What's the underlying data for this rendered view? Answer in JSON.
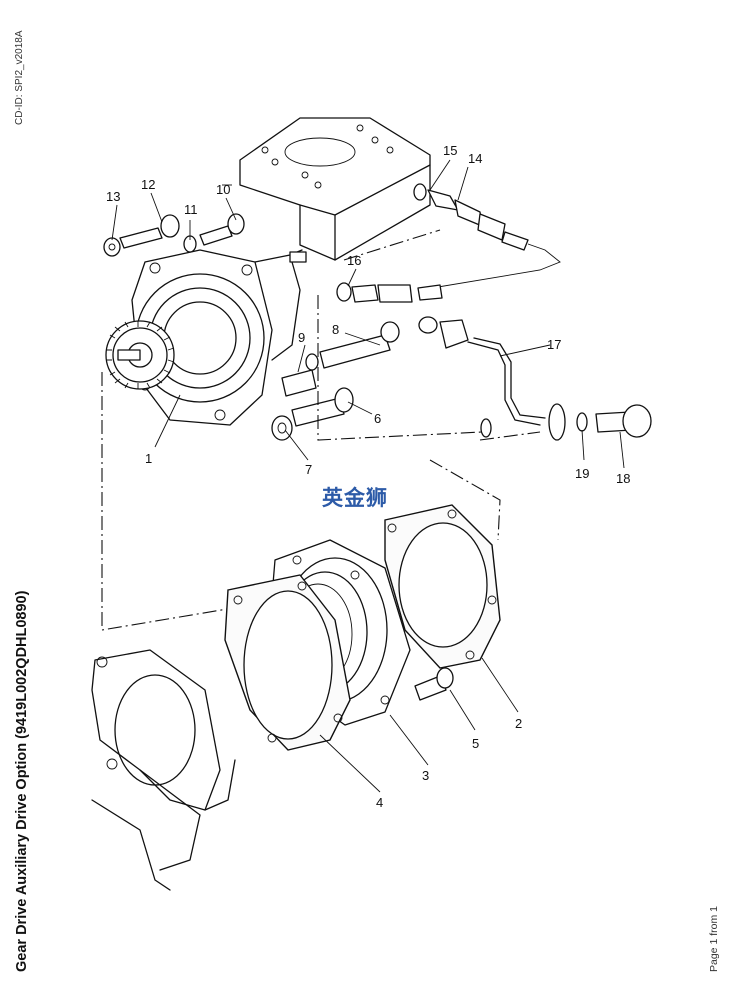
{
  "header": {
    "cd_id": "CD-ID: SPI2_v2018A"
  },
  "title": "Gear Drive Auxiliary Drive Option (9419L002QDHL0890)",
  "footer": {
    "page_count": "Page 1 from 1"
  },
  "watermark": "英金狮",
  "callouts": [
    "1",
    "2",
    "3",
    "4",
    "5",
    "6",
    "7",
    "8",
    "9",
    "10",
    "11",
    "12",
    "13",
    "14",
    "15",
    "16",
    "17",
    "18",
    "19"
  ]
}
